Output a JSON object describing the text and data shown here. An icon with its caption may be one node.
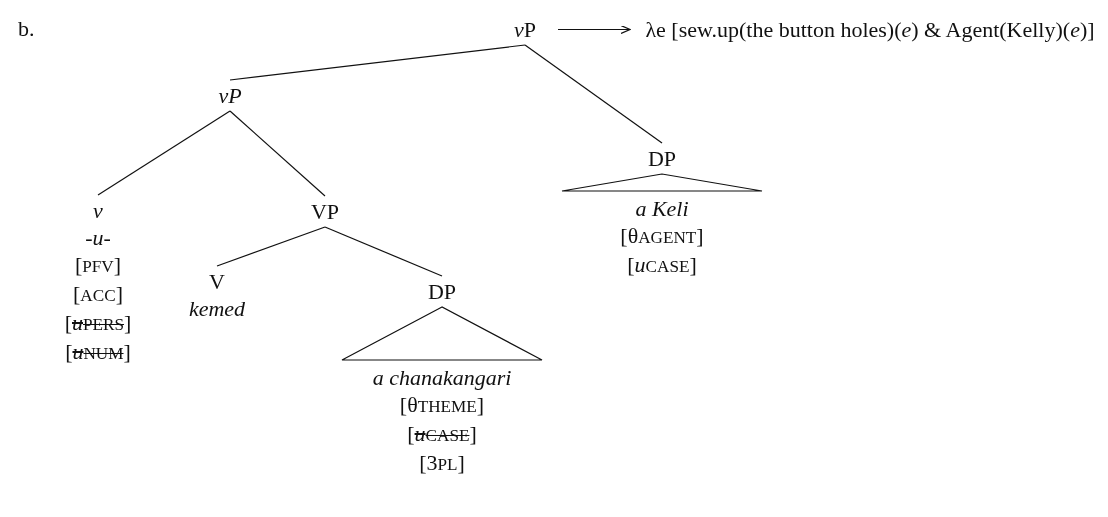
{
  "diagram": {
    "nodes": [
      {
        "text": [
          "vP"
        ]
      },
      {
        "text": [
          "vP"
        ]
      },
      {
        "text": [
          "DP"
        ]
      },
      {
        "text": [
          "a Keli",
          "[θAGENT]",
          "[uCASE]"
        ]
      },
      {
        "text": [
          "v",
          "-u-",
          "[PFV]",
          "[ACC]",
          "[uPERS]",
          "[uNUM]"
        ]
      },
      {
        "text": [
          "VP"
        ]
      },
      {
        "text": [
          "V",
          "kemed"
        ]
      },
      {
        "text": [
          "DP"
        ]
      },
      {
        "text": [
          "a chanakangari",
          "[θTHEME]",
          "[uCASE]",
          "[3PL]"
        ]
      },
      {
        "text": [
          "λe [sew.up(the button holes)(*e*) & Agent(Kelly)(*e*)]"
        ]
      }
    ],
    "edges": [
      {
        "from": 0,
        "to": 1,
        "arrow": "none"
      },
      {
        "from": 0,
        "to": 2,
        "arrow": "none"
      },
      {
        "from": 2,
        "to": 3,
        "arrow": "none"
      },
      {
        "from": 1,
        "to": 4,
        "arrow": "none"
      },
      {
        "from": 1,
        "to": 5,
        "arrow": "none"
      },
      {
        "from": 5,
        "to": 6,
        "arrow": "none"
      },
      {
        "from": 5,
        "to": 7,
        "arrow": "none"
      },
      {
        "from": 7,
        "to": 8,
        "arrow": "none"
      },
      {
        "from": 0,
        "to": 9,
        "arrow": "to"
      }
    ],
    "labels": [
      "b."
    ]
  }
}
